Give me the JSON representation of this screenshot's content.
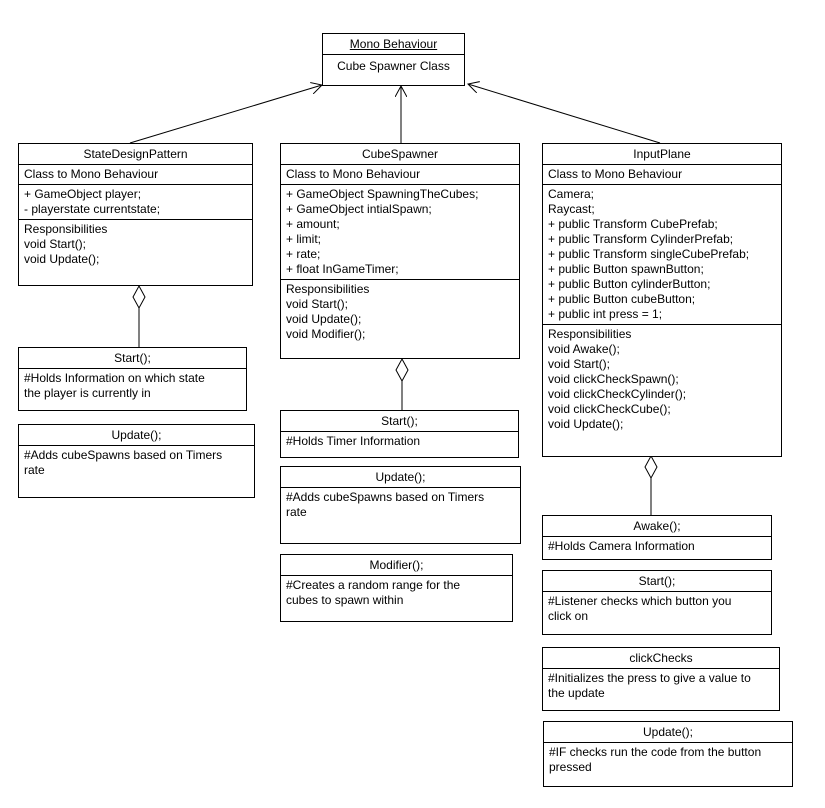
{
  "base": {
    "title": "Mono Behaviour",
    "subtitle": "Cube Spawner Class"
  },
  "classes": [
    {
      "name": "StateDesignPattern",
      "stereotype": "Class to Mono Behaviour",
      "attributes": [
        "+ GameObject player;",
        "- playerstate currentstate;"
      ],
      "methods": [
        "Responsibilities",
        "void Start();",
        "void Update();"
      ],
      "notes": [
        {
          "title": "Start();",
          "lines": [
            "#Holds Information on which state",
            "the player is currently in"
          ]
        },
        {
          "title": "Update();",
          "lines": [
            "#Adds cubeSpawns based on Timers",
            "rate"
          ]
        }
      ]
    },
    {
      "name": "CubeSpawner",
      "stereotype": "Class to Mono Behaviour",
      "attributes": [
        "+ GameObject SpawningTheCubes;",
        "+ GameObject intialSpawn;",
        "+ amount;",
        "+ limit;",
        "+ rate;",
        "+ float InGameTimer;"
      ],
      "methods": [
        "Responsibilities",
        "void Start();",
        "void Update();",
        "void Modifier();"
      ],
      "notes": [
        {
          "title": "Start();",
          "lines": [
            "#Holds Timer Information"
          ]
        },
        {
          "title": "Update();",
          "lines": [
            "#Adds cubeSpawns based on Timers",
            "rate"
          ]
        },
        {
          "title": "Modifier();",
          "lines": [
            "#Creates a random range for the",
            "cubes to spawn within"
          ]
        }
      ]
    },
    {
      "name": "InputPlane",
      "stereotype": "Class to Mono Behaviour",
      "attributes": [
        "Camera;",
        "Raycast;",
        "+ public Transform CubePrefab;",
        "+ public Transform CylinderPrefab;",
        "+ public Transform singleCubePrefab;",
        "+ public Button spawnButton;",
        "+ public Button cylinderButton;",
        "+ public Button cubeButton;",
        "+ public int press = 1;"
      ],
      "methods": [
        "Responsibilities",
        "void Awake();",
        "void Start();",
        "void clickCheckSpawn();",
        "void clickCheckCylinder();",
        "void clickCheckCube();",
        "void Update();"
      ],
      "notes": [
        {
          "title": "Awake();",
          "lines": [
            "#Holds Camera Information"
          ]
        },
        {
          "title": "Start();",
          "lines": [
            "#Listener checks which button you",
            "click on"
          ]
        },
        {
          "title": "clickChecks",
          "lines": [
            "#Initializes the press to give a value to",
            "the update"
          ]
        },
        {
          "title": "Update();",
          "lines": [
            "#IF checks run the code from the button",
            "pressed"
          ]
        }
      ]
    }
  ]
}
